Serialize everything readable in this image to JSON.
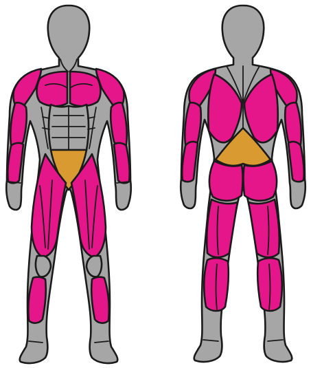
{
  "figure": {
    "views": [
      "front",
      "back"
    ],
    "colors": {
      "background": "#ffffff",
      "body": "#a6a6a6",
      "primary_muscle": "#e5168a",
      "secondary_muscle": "#d99a32",
      "outline": "#1a1a1a"
    },
    "front_regions": [
      {
        "region": "chest",
        "state": "primary"
      },
      {
        "region": "deltoids",
        "state": "primary"
      },
      {
        "region": "biceps",
        "state": "primary"
      },
      {
        "region": "forearms",
        "state": "primary"
      },
      {
        "region": "quadriceps",
        "state": "primary"
      },
      {
        "region": "calves",
        "state": "primary"
      },
      {
        "region": "abdominals",
        "state": "none"
      },
      {
        "region": "hip-flexors",
        "state": "secondary"
      }
    ],
    "back_regions": [
      {
        "region": "trapezius",
        "state": "none"
      },
      {
        "region": "latissimus",
        "state": "primary"
      },
      {
        "region": "rear-deltoids",
        "state": "primary"
      },
      {
        "region": "triceps",
        "state": "primary"
      },
      {
        "region": "forearms",
        "state": "primary"
      },
      {
        "region": "lower-back",
        "state": "secondary"
      },
      {
        "region": "glutes",
        "state": "primary"
      },
      {
        "region": "hamstrings",
        "state": "primary"
      },
      {
        "region": "calves",
        "state": "primary"
      }
    ]
  }
}
